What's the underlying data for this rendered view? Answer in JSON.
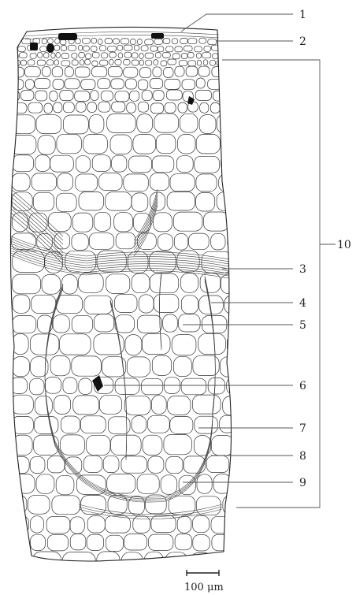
{
  "labels": [
    "1",
    "2",
    "3",
    "4",
    "5",
    "6",
    "7",
    "8",
    "9",
    "10"
  ],
  "scale_bar": {
    "text": "100 μm"
  },
  "colors": {
    "ink": "#111111",
    "line": "#444444",
    "background": "#ffffff"
  }
}
